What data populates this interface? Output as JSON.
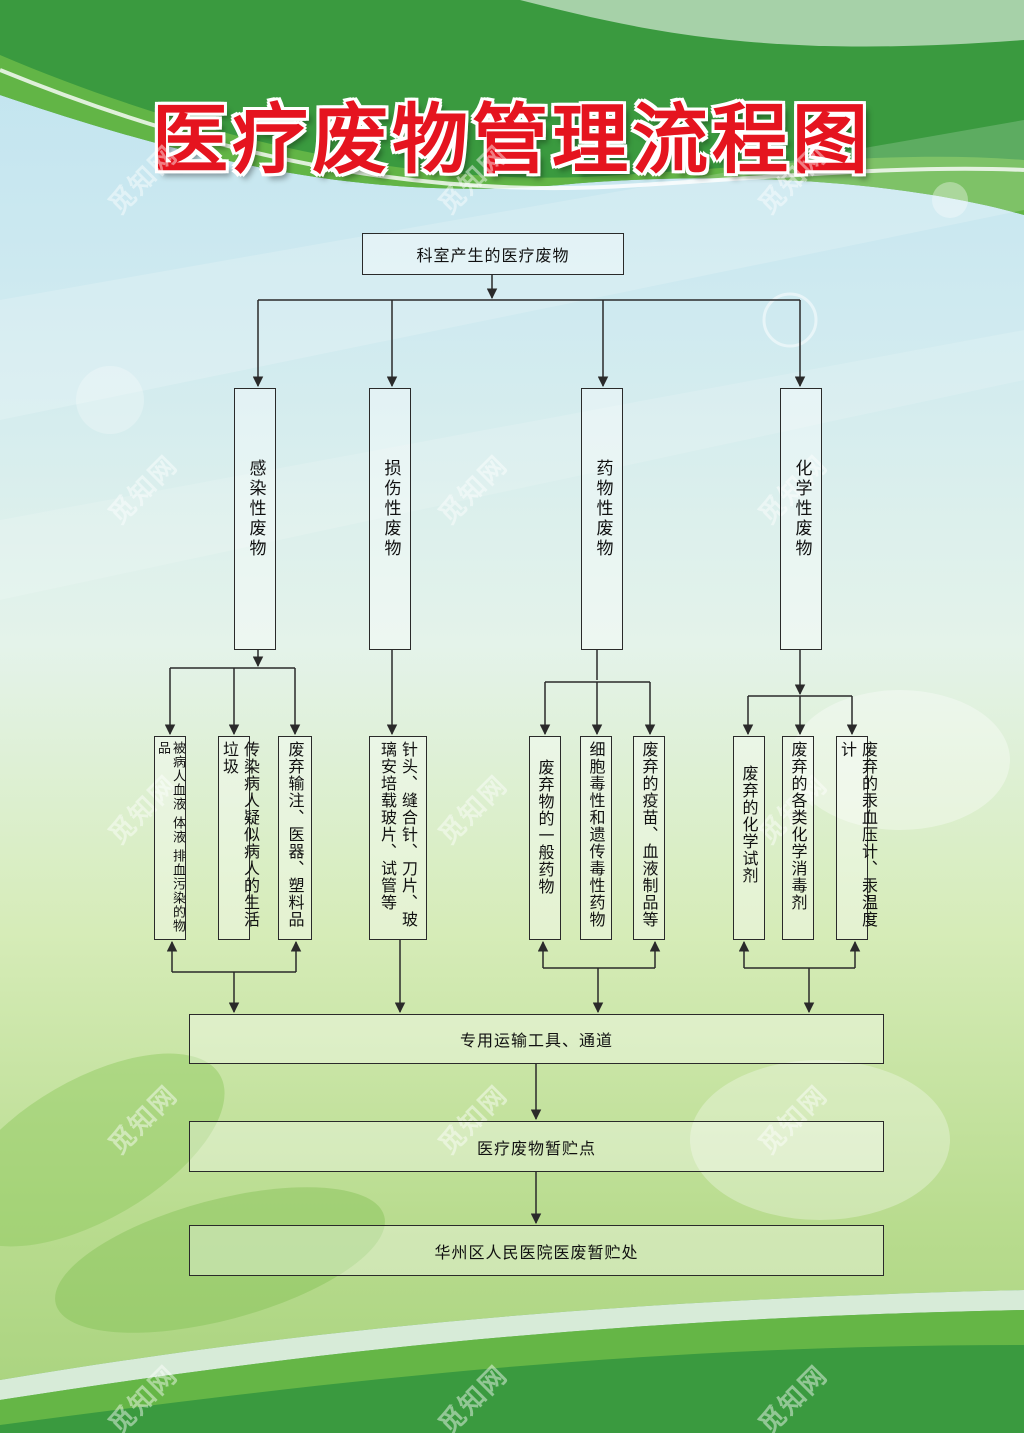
{
  "title": "医疗废物管理流程图",
  "watermark": "觅知网",
  "colors": {
    "title": "#e5141f",
    "green": "#3a9a3f",
    "line": "#2a2a2a"
  },
  "source": "科室产生的医疗废物",
  "categories": [
    {
      "label": "感染性废物",
      "items": [
        "被病人血液 体液 排血污染的物品",
        "传染病人疑似病人的生活垃圾",
        "废弃输注、医器、塑料品"
      ]
    },
    {
      "label": "损伤性废物",
      "items": [
        "针头、缝合针、刀片、玻璃安培载玻片、试管等"
      ]
    },
    {
      "label": "药物性废物",
      "items": [
        "废弃物的一般药物",
        "细胞毒性和遗传毒性药物",
        "废弃的疫苗、血液制品等"
      ]
    },
    {
      "label": "化学性废物",
      "items": [
        "废弃的化学试剂",
        "废弃的各类化学消毒剂",
        "废弃的汞血压计、汞温度计"
      ]
    }
  ],
  "transport": "专用运输工具、通道",
  "storage": "医疗废物暂贮点",
  "final": "华州区人民医院医废暂贮处"
}
